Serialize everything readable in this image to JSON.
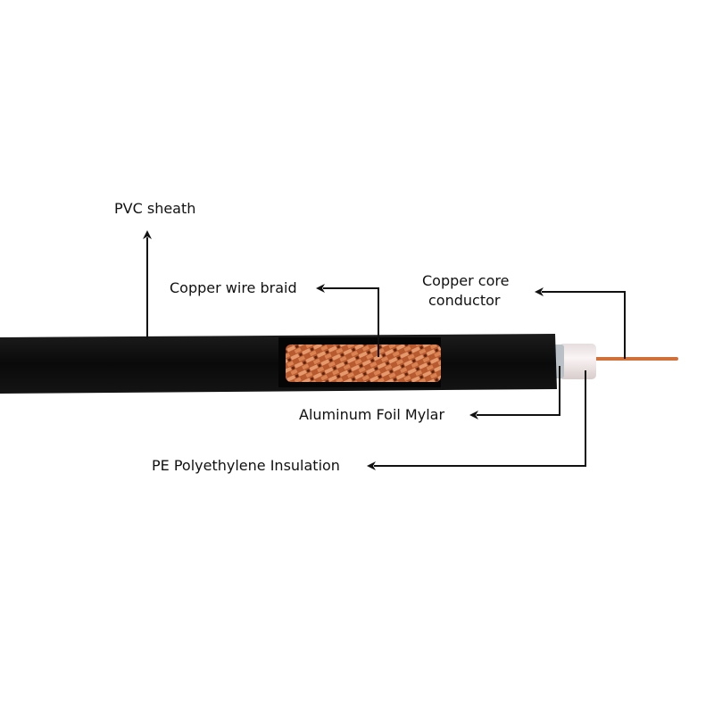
{
  "labels": {
    "pvc_sheath": "PVC sheath",
    "copper_wire_braid": "Copper wire braid",
    "copper_core_line1": "Copper core",
    "copper_core_line2": "conductor",
    "aluminum_foil": "Aluminum Foil Mylar",
    "pe_insulation": "PE Polyethylene Insulation"
  },
  "colors": {
    "sheath": "#0d0d0d",
    "braid": "#c0643a",
    "insulation": "#f1e6e6",
    "foil": "#b9c0c6",
    "core": "#d2703a",
    "leader": "#111111"
  }
}
